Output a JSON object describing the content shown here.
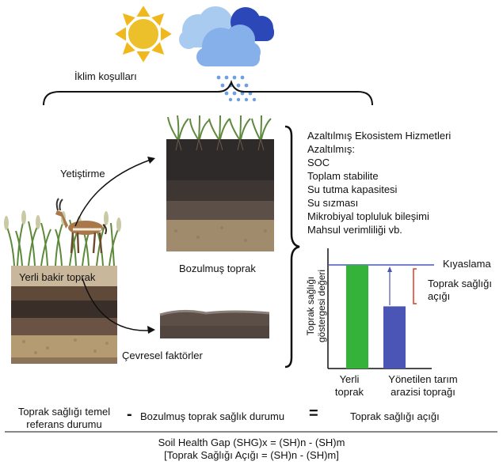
{
  "climate": {
    "label": "İklim koşulları"
  },
  "soils": {
    "native_label": "Yerli bakir toprak",
    "degraded_label": "Bozulmuş toprak"
  },
  "arrows": {
    "cultivation": "Yetiştirme",
    "environmental": "Çevresel faktörler"
  },
  "reduced": {
    "items": [
      "Azaltılmış Ekosistem Hizmetleri",
      "Azaltılmış:",
      "SOC",
      "Toplam stabilite",
      "Su tutma kapasitesi",
      "Su sızması",
      "Mikrobiyal topluluk bileşimi",
      "Mahsul verimliliği vb."
    ]
  },
  "chart_data": {
    "type": "bar",
    "ylabel_lines": [
      "Toprak sağlığı",
      "göstergesi değeri"
    ],
    "categories": [
      [
        "Yerli",
        "toprak"
      ],
      [
        "Yönetilen tarım",
        "arazisi toprağı"
      ]
    ],
    "values": [
      1.0,
      0.6
    ],
    "colors": [
      "#35b23a",
      "#4a55b5"
    ],
    "benchmark_label": "Kıyaslama",
    "gap_label_lines": [
      "Toprak sağlığı",
      "açığı"
    ]
  },
  "equation": {
    "term1_lines": [
      "Toprak sağlığı temel",
      "referans durumu"
    ],
    "minus": "-",
    "term2": "Bozulmuş toprak sağlık durumu",
    "equals": "=",
    "result": "Toprak sağlığı açığı"
  },
  "formula": {
    "line1": "Soil Health Gap (SHG)x = (SH)n - (SH)m",
    "line2": "[Toprak Sağlığı Açığı = (SH)n - (SH)m]"
  }
}
